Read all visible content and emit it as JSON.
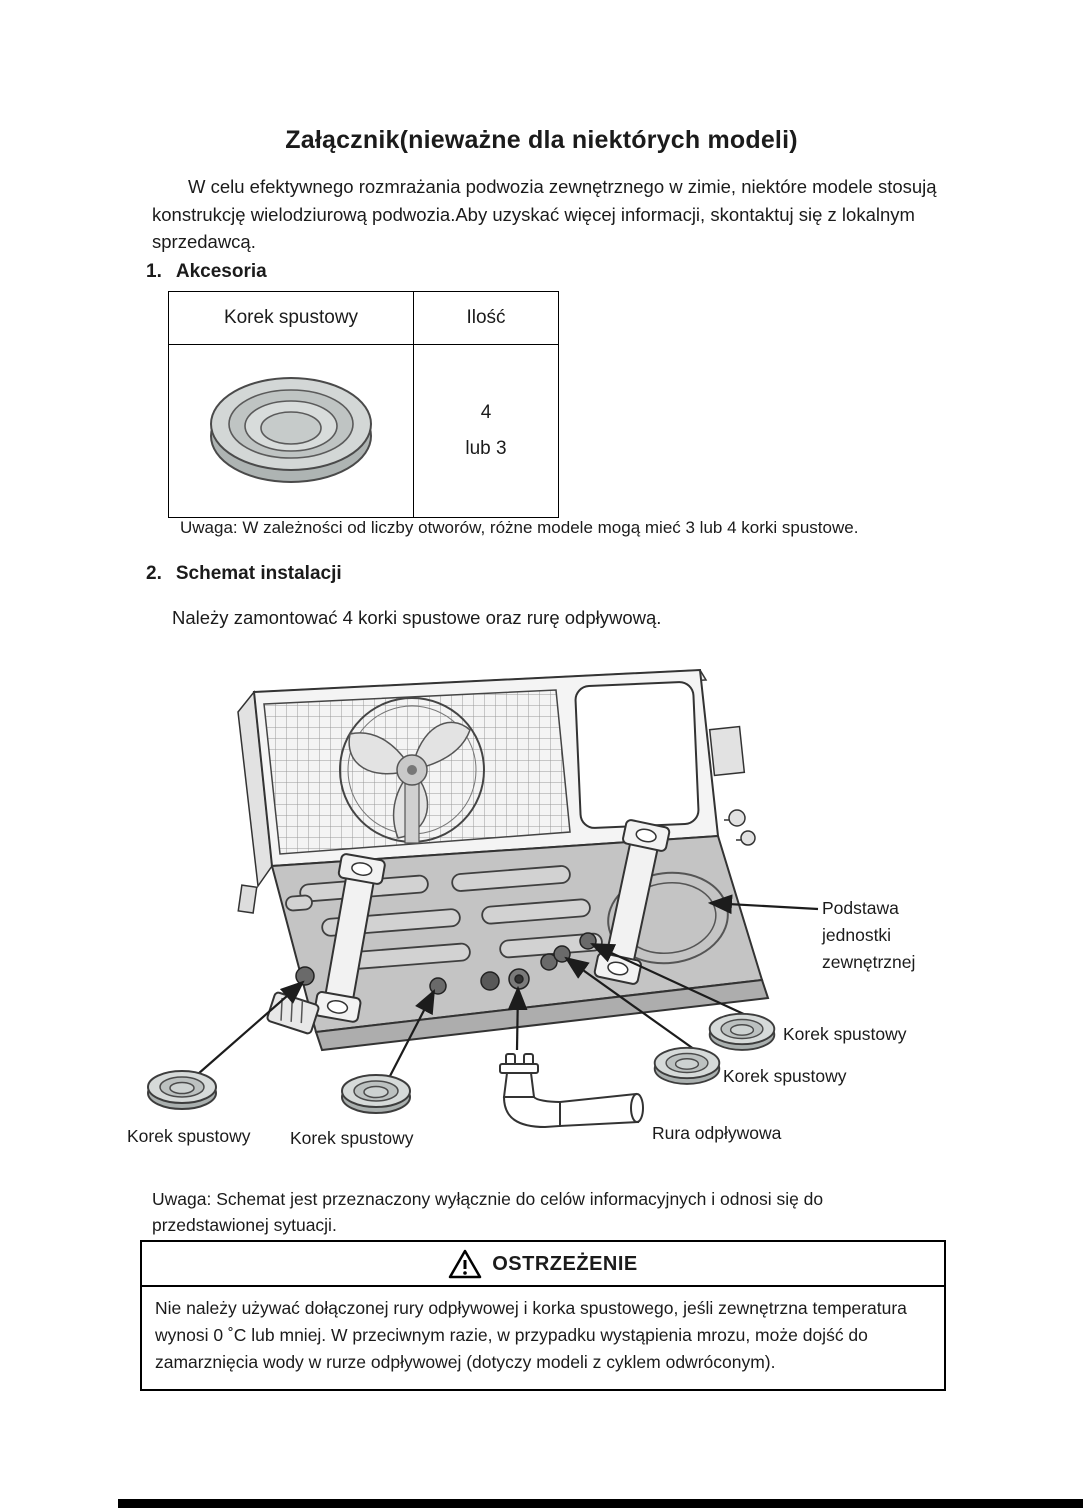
{
  "title": "Załącznik(nieważne dla niektórych modeli)",
  "intro": "W celu efektywnego rozmrażania podwozia zewnętrznego w zimie, niektóre modele stosują konstrukcję wielodziurową podwozia.Aby uzyskać więcej informacji, skontaktuj się z lokalnym sprzedawcą.",
  "accessories": {
    "number": "1.",
    "heading": "Akcesoria",
    "table": {
      "columns": [
        "Korek spustowy",
        "Ilość"
      ],
      "quantity": "4",
      "quantity_alt": "lub 3",
      "item_icon": "drain-plug-grommet"
    },
    "note": "Uwaga: W zależności od liczby otworów, różne modele mogą mieć 3 lub 4 korki spustowe."
  },
  "installation": {
    "number": "2.",
    "heading": "Schemat instalacji",
    "instruction": "Należy zamontować 4 korki spustowe oraz rurę odpływową.",
    "labels": {
      "base": "Podstawa jednostki zewnętrznej",
      "plug_right_upper": "Korek spustowy",
      "plug_right_lower": "Korek spustowy",
      "plug_left_outer": "Korek spustowy",
      "plug_left_inner": "Korek spustowy",
      "pipe": "Rura odpływowa"
    },
    "note": "Uwaga: Schemat jest przeznaczony wyłącznie do celów informacyjnych i odnosi się do przedstawionej sytuacji."
  },
  "warning": {
    "title": "OSTRZEŻENIE",
    "body": "Nie należy używać dołączonej rury odpływowej i korka spustowego, jeśli zewnętrzna temperatura wynosi 0 ˚C lub mniej. W przeciwnym razie, w przypadku wystąpienia mrozu, może dojść do zamarznięcia wody w rurze odpływowej (dotyczy modeli z cyklem odwróconym)."
  }
}
